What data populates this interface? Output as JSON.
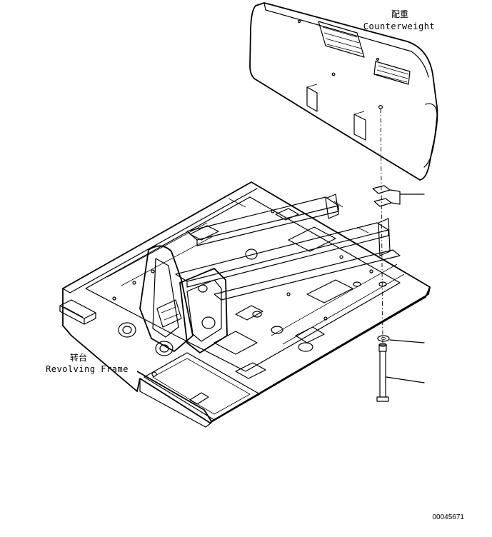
{
  "diagram": {
    "counterweight": {
      "label_cn": "配重",
      "label_en": "Counterweight"
    },
    "revolving_frame": {
      "label_cn": "转台",
      "label_en": "Revolving Frame"
    },
    "reference_number": "00045671"
  }
}
